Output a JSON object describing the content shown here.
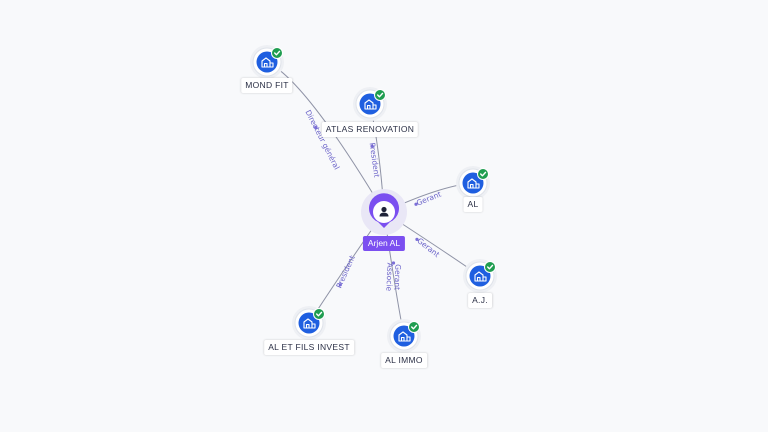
{
  "person": {
    "name": "Arjen AL",
    "icon": "person-icon",
    "color": "#7b4ff0"
  },
  "companies": [
    {
      "id": "mond-fit",
      "name": "MOND FIT",
      "icon": "building-icon",
      "verified": true,
      "relation": "Directeur général"
    },
    {
      "id": "atlas-renovation",
      "name": "ATLAS RENOVATION",
      "icon": "building-icon",
      "verified": true,
      "relation": "President"
    },
    {
      "id": "al",
      "name": "AL",
      "icon": "building-icon",
      "verified": true,
      "relation": "Gerant"
    },
    {
      "id": "aj",
      "name": "A.J.",
      "icon": "building-icon",
      "verified": true,
      "relation": "Gerant"
    },
    {
      "id": "al-immo",
      "name": "AL IMMO",
      "icon": "building-icon",
      "verified": true,
      "relation": "Gerant\nAssocie"
    },
    {
      "id": "al-et-fils-invest",
      "name": "AL ET FILS INVEST",
      "icon": "building-icon",
      "verified": true,
      "relation": "President"
    }
  ],
  "colors": {
    "company": "#1f5fe0",
    "verified_badge": "#1f9d50",
    "edge": "#8f93a6",
    "edge_label": "#6b63c9"
  }
}
